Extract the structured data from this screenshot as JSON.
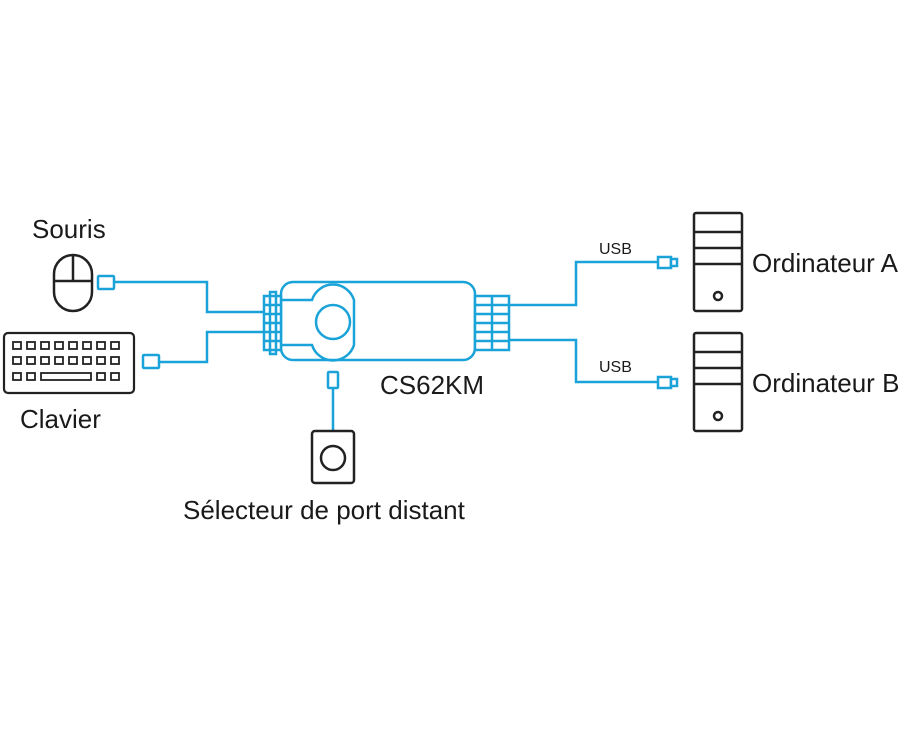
{
  "labels": {
    "mouse": "Souris",
    "keyboard": "Clavier",
    "switch": "CS62KM",
    "remote_selector": "Sélecteur de port distant",
    "computer_a": "Ordinateur A",
    "computer_b": "Ordinateur B",
    "usb_a": "USB",
    "usb_b": "USB"
  },
  "colors": {
    "cable": "#1aa3d9",
    "device": "#222222",
    "text": "#1a1a1a"
  }
}
